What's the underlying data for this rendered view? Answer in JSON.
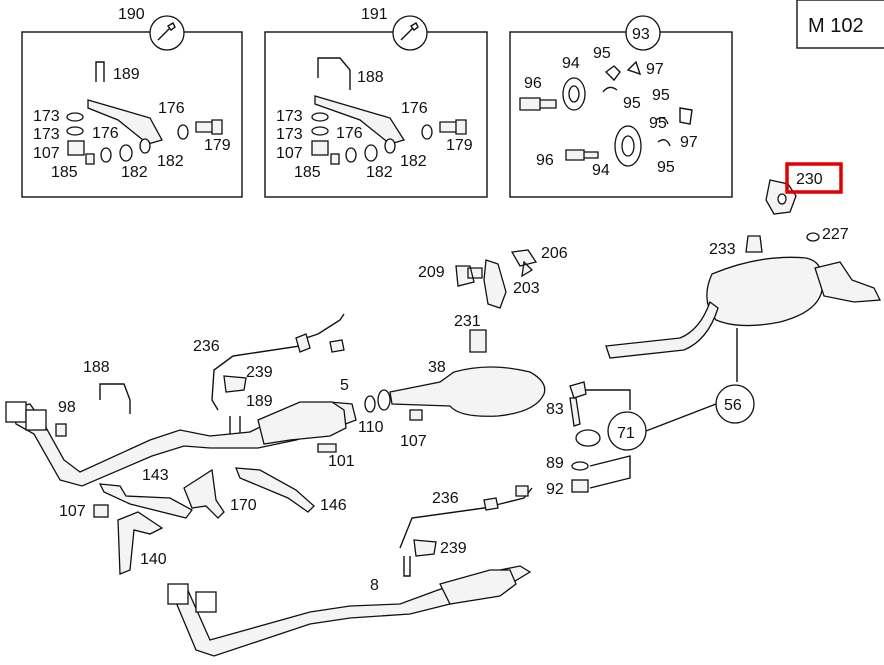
{
  "model_code": "M 102",
  "highlighted_callout": "230",
  "kits": [
    {
      "id": "190",
      "labels": [
        "189",
        "173",
        "173",
        "176",
        "176",
        "107",
        "185",
        "182",
        "182",
        "179"
      ]
    },
    {
      "id": "191",
      "labels": [
        "188",
        "173",
        "173",
        "176",
        "176",
        "107",
        "185",
        "182",
        "182",
        "179"
      ]
    },
    {
      "id": "93",
      "labels": [
        "94",
        "95",
        "97",
        "96",
        "95",
        "95",
        "95",
        "97",
        "96",
        "94",
        "95"
      ]
    }
  ],
  "callouts": {
    "c230": "230",
    "c227": "227",
    "c233": "233",
    "c209": "209",
    "c206": "206",
    "c203": "203",
    "c231": "231",
    "c236a": "236",
    "c239a": "239",
    "c189": "189",
    "c5": "5",
    "c38": "38",
    "c110": "110",
    "c107a": "107",
    "c101": "101",
    "c188": "188",
    "c98": "98",
    "c143": "143",
    "c170": "170",
    "c146": "146",
    "c107b": "107",
    "c140": "140",
    "c83": "83",
    "c71": "71",
    "c56": "56",
    "c89": "89",
    "c92": "92",
    "c236b": "236",
    "c239b": "239",
    "c8": "8"
  }
}
